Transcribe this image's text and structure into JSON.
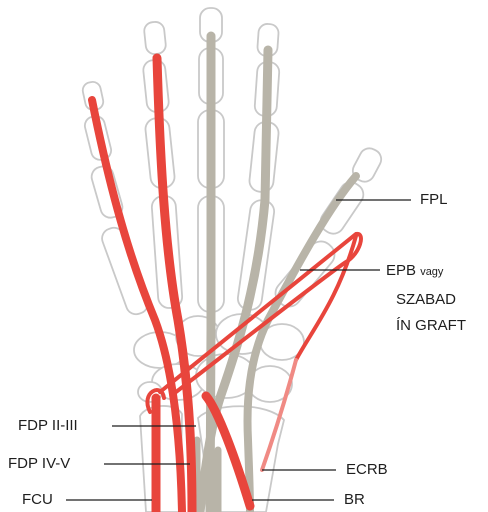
{
  "labels": {
    "fpl": "FPL",
    "epb_main": "EPB",
    "epb_small": "vagy",
    "szabad": "SZABAD",
    "in_graft": "ÍN GRAFT",
    "fdp_2_3": "FDP II-III",
    "fdp_4_5": "FDP IV-V",
    "fcu": "FCU",
    "ecrb": "ECRB",
    "br": "BR"
  },
  "colors": {
    "bone_outline": "#c9c9c9",
    "tendon_red": "#e8453c",
    "tendon_light_red": "#f08a84",
    "tendon_grey": "#b8b4a8",
    "leader_line": "#1e1e1e",
    "text": "#1e1e1e"
  }
}
